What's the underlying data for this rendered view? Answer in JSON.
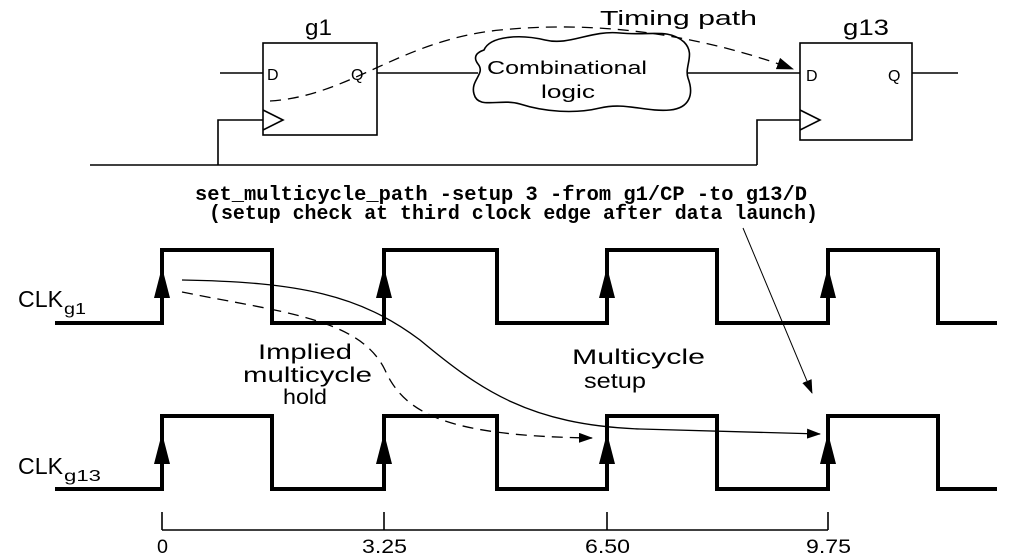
{
  "schematic": {
    "source_ff": {
      "name": "g1",
      "d_pin": "D",
      "q_pin": "Q"
    },
    "dest_ff": {
      "name": "g13",
      "d_pin": "D",
      "q_pin": "Q"
    },
    "logic_cloud": {
      "line1": "Combinational",
      "line2": "logic"
    },
    "timing_path_label": "Timing path"
  },
  "constraint": {
    "command": "set_multicycle_path -setup 3 -from g1/CP -to g13/D",
    "comment": "(setup check at third clock edge after data launch)"
  },
  "waveforms": [
    {
      "label": "CLK",
      "subscript": "g1"
    },
    {
      "label": "CLK",
      "subscript": "g13"
    }
  ],
  "annotations": {
    "hold": {
      "lines": [
        "Implied",
        "multicycle",
        "hold"
      ]
    },
    "setup": {
      "lines": [
        "Multicycle",
        "setup"
      ]
    }
  },
  "time_axis": {
    "ticks": [
      "0",
      "3.25",
      "6.50",
      "9.75"
    ]
  }
}
